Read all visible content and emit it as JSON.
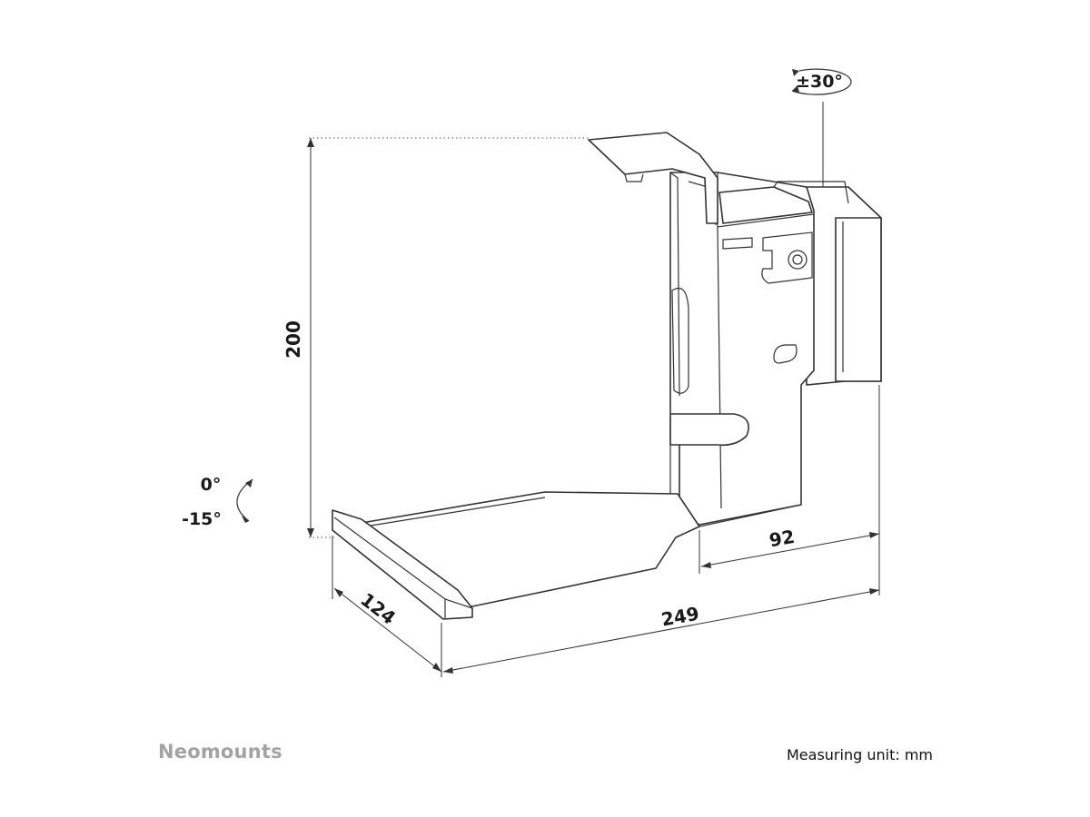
{
  "diagram": {
    "dimensions": {
      "height": "200",
      "depth_front": "124",
      "depth_total": "249",
      "depth_back": "92"
    },
    "angles": {
      "rotation": "±30°",
      "tilt_up": "0°",
      "tilt_down": "-15°"
    },
    "colors": {
      "line": "#333333",
      "brand_gray": "#a3a3a3"
    }
  },
  "footer": {
    "brand": "Neomounts",
    "unit_note": "Measuring unit: mm"
  }
}
